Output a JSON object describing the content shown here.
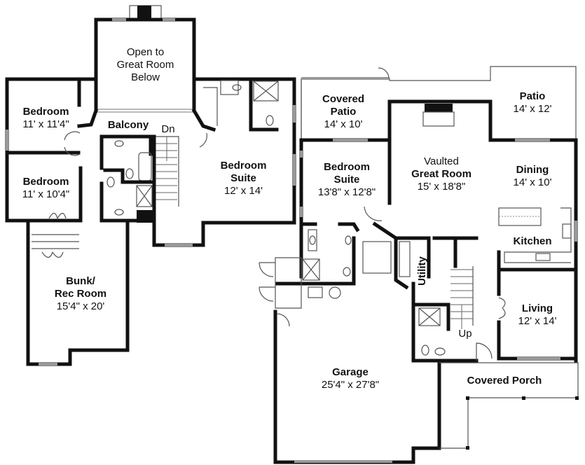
{
  "plan": {
    "upper_floor": {
      "rooms": [
        {
          "name": "Open to Great Room Below",
          "line1": "Open to",
          "line2": "Great Room",
          "line3": "Below"
        },
        {
          "name": "Bedroom",
          "dims": "11' x 11'4\""
        },
        {
          "name": "Bedroom",
          "dims": "11' x 10'4\""
        },
        {
          "name": "Balcony"
        },
        {
          "name": "Bedroom Suite",
          "line1": "Bedroom",
          "line2": "Suite",
          "dims": "12' x 14'"
        },
        {
          "name": "Bunk/Rec Room",
          "line1": "Bunk/",
          "line2": "Rec Room",
          "dims": "15'4\" x 20'"
        }
      ],
      "stair_label": "Dn"
    },
    "main_floor": {
      "rooms": [
        {
          "name": "Covered Patio",
          "line1": "Covered",
          "line2": "Patio",
          "dims": "14' x 10'"
        },
        {
          "name": "Patio",
          "dims": "14' x 12'"
        },
        {
          "name": "Bedroom Suite",
          "line1": "Bedroom",
          "line2": "Suite",
          "dims": "13'8\" x 12'8\""
        },
        {
          "name": "Vaulted Great Room",
          "line1": "Vaulted",
          "line2": "Great Room",
          "dims": "15' x 18'8\""
        },
        {
          "name": "Dining",
          "dims": "14' x 10'"
        },
        {
          "name": "Kitchen"
        },
        {
          "name": "Utility"
        },
        {
          "name": "Living",
          "dims": "12' x 14'"
        },
        {
          "name": "Garage",
          "dims": "25'4\" x 27'8\""
        },
        {
          "name": "Covered Porch"
        }
      ],
      "stair_label": "Up"
    }
  }
}
